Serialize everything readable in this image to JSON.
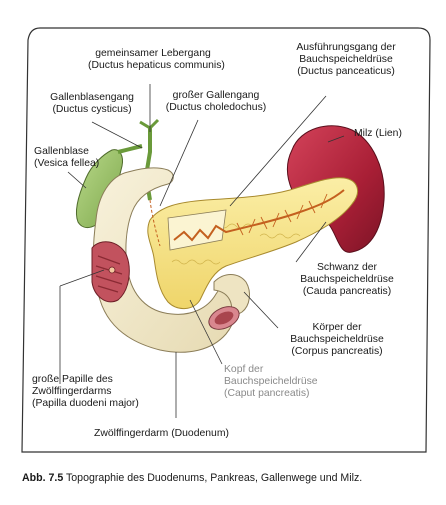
{
  "labels": {
    "ductus_hepaticus": {
      "de": "gemeinsamer Lebergang",
      "lat": "(Ductus hepaticus communis)"
    },
    "ductus_pancreaticus": {
      "de1": "Ausführungsgang der",
      "de2": "Bauchspeicheldrüse",
      "lat": "(Ductus panceaticus)"
    },
    "ductus_cysticus": {
      "de": "Gallenblasengang",
      "lat": "(Ductus cysticus)"
    },
    "ductus_choledochus": {
      "de": "großer Gallengang",
      "lat": "(Ductus choledochus)"
    },
    "milz": {
      "de": "Milz (Lien)"
    },
    "gallenblase": {
      "de": "Gallenblase",
      "lat": "(Vesica fellea)"
    },
    "cauda": {
      "de1": "Schwanz der",
      "de2": "Bauchspeicheldrüse",
      "lat": "(Cauda pancreatis)"
    },
    "corpus": {
      "de1": "Körper der",
      "de2": "Bauchspeicheldrüse",
      "lat": "(Corpus pancreatis)"
    },
    "papilla": {
      "de1": "große Papille des",
      "de2": "Zwölffingerdarms",
      "lat": "(Papilla duodeni major)"
    },
    "caput": {
      "de1": "Kopf der",
      "de2": "Bauchspeicheldrüse",
      "lat": "(Caput pancreatis)"
    },
    "duodenum": {
      "de": "Zwölffingerdarm (Duodenum)"
    }
  },
  "caption": {
    "number": "Abb. 7.5",
    "text": "Topographie des Duodenums, Pankreas, Gallenwege und Milz."
  },
  "colors": {
    "frame": "#333333",
    "duodenum": "#f3ecd0",
    "pancreas": "#f6e48a",
    "spleen": "#b0233a",
    "gallbladder": "#9cc36a",
    "duct": "#c4601f"
  }
}
